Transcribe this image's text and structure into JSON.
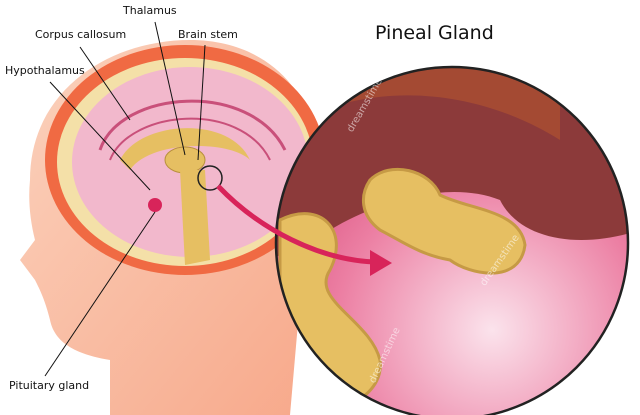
{
  "title": "Pineal Gland",
  "labels": {
    "thalamus": "Thalamus",
    "corpus_callosum": "Corpus callosum",
    "brain_stem": "Brain stem",
    "hypothalamus": "Hypothalamus",
    "pituitary_gland": "Pituitary gland"
  },
  "watermark": "dreamstime",
  "colors": {
    "skin": "#f9b99a",
    "skull": "#f06a43",
    "brain": "#f2b8cc",
    "gland": "#e6bf62",
    "arrow": "#d8245a"
  }
}
